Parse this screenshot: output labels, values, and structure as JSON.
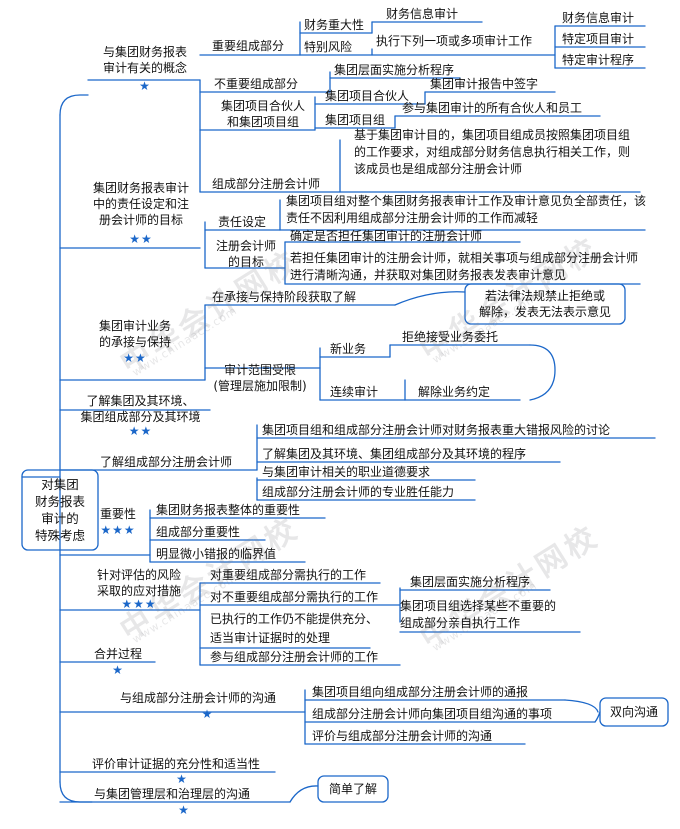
{
  "root": {
    "label": "对集团\n财务报表\n审计的\n特殊考虑"
  },
  "watermark": {
    "text": "中华会计网校",
    "url": "www.chinaacc.com"
  },
  "colors": {
    "line": "#1b67c9",
    "star": "#1b67c9"
  },
  "sections": {
    "s1": {
      "label": "与集团财务报表\n审计有关的概念",
      "stars": "★",
      "imp": {
        "label": "重要组成部分",
        "fin": {
          "label": "财务重大性",
          "child": "财务信息审计"
        },
        "risk": {
          "label": "特别风险",
          "child": "执行下列一项或多项审计工作",
          "items": [
            "财务信息审计",
            "特定项目审计",
            "特定审计程序"
          ]
        }
      },
      "nonimp": {
        "label": "不重要组成部分",
        "child": "集团层面实施分析程序"
      },
      "partner": {
        "label": "集团项目合伙人\n和集团项目组",
        "gp": {
          "label": "集团项目合伙人",
          "child": "集团审计报告中签字"
        },
        "gt": {
          "label": "集团项目组",
          "child": "参与集团审计的所有合伙人和员工"
        }
      },
      "cauditor": {
        "label": "组成部分注册会计师",
        "desc": "基于集团审计目的，集团项目组成员按照集团项目组的工作要求，对组成部分财务信息执行相关工作，则该成员也是组成部分注册会计师"
      }
    },
    "s2": {
      "label": "集团财务报表审计\n中的责任设定和注\n册会计师的目标",
      "stars": "★★",
      "resp": {
        "label": "责任设定",
        "text": "集团项目组对整个集团财务报表审计工作及审计意见负全部责任，该责任不因利用组成部分注册会计师的工作而减轻"
      },
      "goal": {
        "label": "注册会计师\n的目标",
        "item1": "确定是否担任集团审计的注册会计师",
        "item2": "若担任集团审计的注册会计师，就相关事项与组成部分注册会计师进行清晰沟通，并获取对集团财务报表发表审计意见"
      }
    },
    "s3": {
      "label": "集团审计业务\n的承接与保持",
      "stars": "★★",
      "obtain": "在承接与保持阶段获取了解",
      "legal": "若法律法规禁止拒绝或\n解除，发表无法表示意见",
      "scope": {
        "label": "审计范围受限\n(管理层施加限制)",
        "new": {
          "label": "新业务",
          "child": "拒绝接受业务委托"
        },
        "cont": {
          "label": "连续审计",
          "child": "解除业务约定"
        }
      }
    },
    "s4": {
      "label": "了解集团及其环境、\n集团组成部分及其环境",
      "stars": "★★",
      "item1": "集团项目组和组成部分注册会计师对财务报表重大错报风险的讨论",
      "item2": "了解集团及其环境、集团组成部分及其环境的程序"
    },
    "s5": {
      "label": "了解组成部分注册会计师",
      "item1": "与集团审计相关的职业道德要求",
      "item2": "组成部分注册会计师的专业胜任能力"
    },
    "s6": {
      "label": "重要性",
      "stars": "★★★",
      "items": [
        "集团财务报表整体的重要性",
        "组成部分重要性",
        "明显微小错报的临界值"
      ]
    },
    "s7": {
      "label": "针对评估的风险\n采取的应对措施",
      "stars": "★★★",
      "imp": "对重要组成部分需执行的工作",
      "nonimp": "对不重要组成部分需执行的工作",
      "nonimp_child": "集团层面实施分析程序",
      "insufficient": "已执行的工作仍不能提供充分、\n适当审计证据时的处理",
      "insufficient_child": "集团项目组选择某些不重要的\n组成部分亲自执行工作",
      "participate": "参与组成部分注册会计师的工作"
    },
    "s8": {
      "label": "合并过程",
      "stars": "★"
    },
    "s9": {
      "label": "与组成部分注册会计师的沟通",
      "stars": "★",
      "items": [
        "集团项目组向组成部分注册会计师的通报",
        "组成部分注册会计师向集团项目组沟通的事项",
        "评价与组成部分注册会计师的沟通"
      ],
      "summary": "双向沟通"
    },
    "s10": {
      "label": "评价审计证据的充分性和适当性",
      "stars": "★"
    },
    "s11": {
      "label": "与集团管理层和治理层的沟通",
      "stars": "★",
      "summary": "简单了解"
    }
  }
}
